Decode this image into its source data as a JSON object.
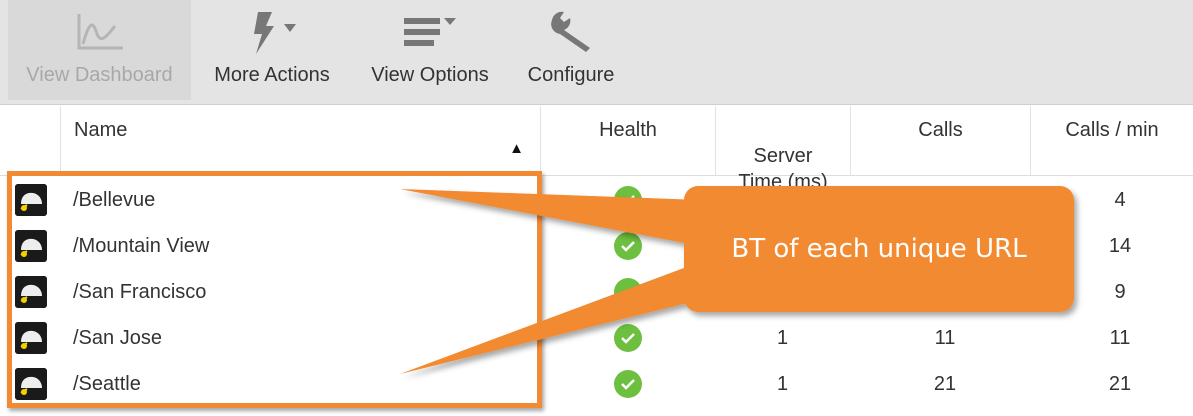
{
  "toolbar": {
    "buttons": [
      {
        "label": "View Dashboard",
        "icon": "chart-line-icon",
        "disabled": true
      },
      {
        "label": "More Actions",
        "icon": "lightning-icon"
      },
      {
        "label": "View Options",
        "icon": "list-options-icon"
      },
      {
        "label": "Configure",
        "icon": "wrench-icon"
      }
    ]
  },
  "table": {
    "columns": {
      "name": "Name",
      "health": "Health",
      "server_time": "Server\nTime (ms)",
      "calls": "Calls",
      "calls_per_min": "Calls / min"
    },
    "rows": [
      {
        "name": "/Bellevue",
        "server_time": "",
        "calls": "",
        "calls_per_min": "4"
      },
      {
        "name": "/Mountain View",
        "server_time": "",
        "calls": "",
        "calls_per_min": "14"
      },
      {
        "name": "/San Francisco",
        "server_time": "",
        "calls": "",
        "calls_per_min": "9"
      },
      {
        "name": "/San Jose",
        "server_time": "1",
        "calls": "11",
        "calls_per_min": "11"
      },
      {
        "name": "/Seattle",
        "server_time": "1",
        "calls": "21",
        "calls_per_min": "21"
      }
    ]
  },
  "callout": {
    "text": "BT of each unique URL",
    "color": "#f28a33"
  },
  "colors": {
    "health_ok": "#6cbf3f",
    "toolbar_bg": "#e4e4e4"
  }
}
